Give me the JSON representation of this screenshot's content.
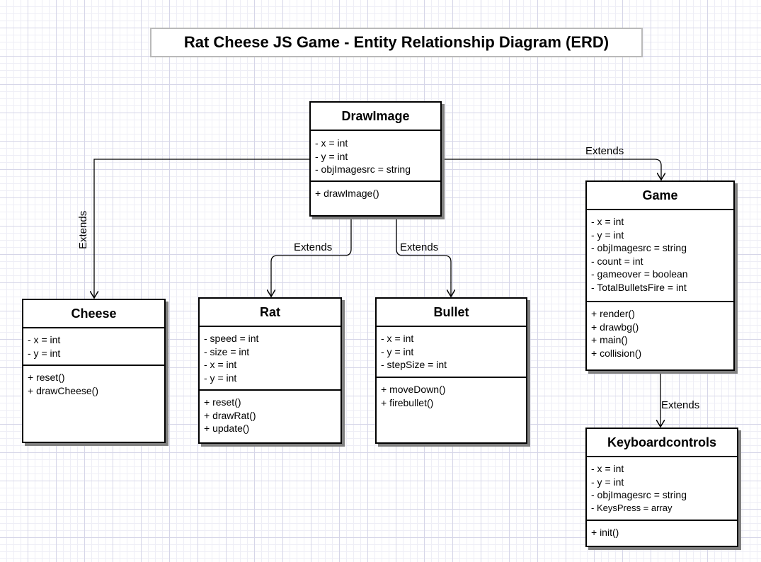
{
  "title": "Rat Cheese JS Game - Entity Relationship Diagram (ERD)",
  "edge_label": "Extends",
  "classes": {
    "drawimage": {
      "name": "DrawImage",
      "attributes": [
        "- x = int",
        "- y = int",
        "- objImagesrc = string"
      ],
      "methods": [
        "+ drawImage()"
      ]
    },
    "cheese": {
      "name": "Cheese",
      "attributes": [
        "- x = int",
        "- y = int"
      ],
      "methods": [
        "+ reset()",
        "+ drawCheese()"
      ]
    },
    "rat": {
      "name": "Rat",
      "attributes": [
        "- speed = int",
        "- size = int",
        "- x = int",
        "- y = int"
      ],
      "methods": [
        "+ reset()",
        "+ drawRat()",
        "+ update()"
      ]
    },
    "bullet": {
      "name": "Bullet",
      "attributes": [
        "- x = int",
        "- y = int",
        "- stepSize = int"
      ],
      "methods": [
        "+ moveDown()",
        "+ firebullet()"
      ]
    },
    "game": {
      "name": "Game",
      "attributes": [
        "- x = int",
        "- y = int",
        "- objImagesrc = string",
        "- count = int",
        "- gameover = boolean",
        "- TotalBulletsFire = int"
      ],
      "methods": [
        "+ render()",
        "+ drawbg()",
        "+ main()",
        "+ collision()"
      ]
    },
    "keyboardcontrols": {
      "name": "Keyboardcontrols",
      "attributes": [
        "- x = int",
        "- y = int",
        "- objImagesrc = string",
        "- KeysPress = array"
      ],
      "methods": [
        "+ init()"
      ]
    }
  }
}
